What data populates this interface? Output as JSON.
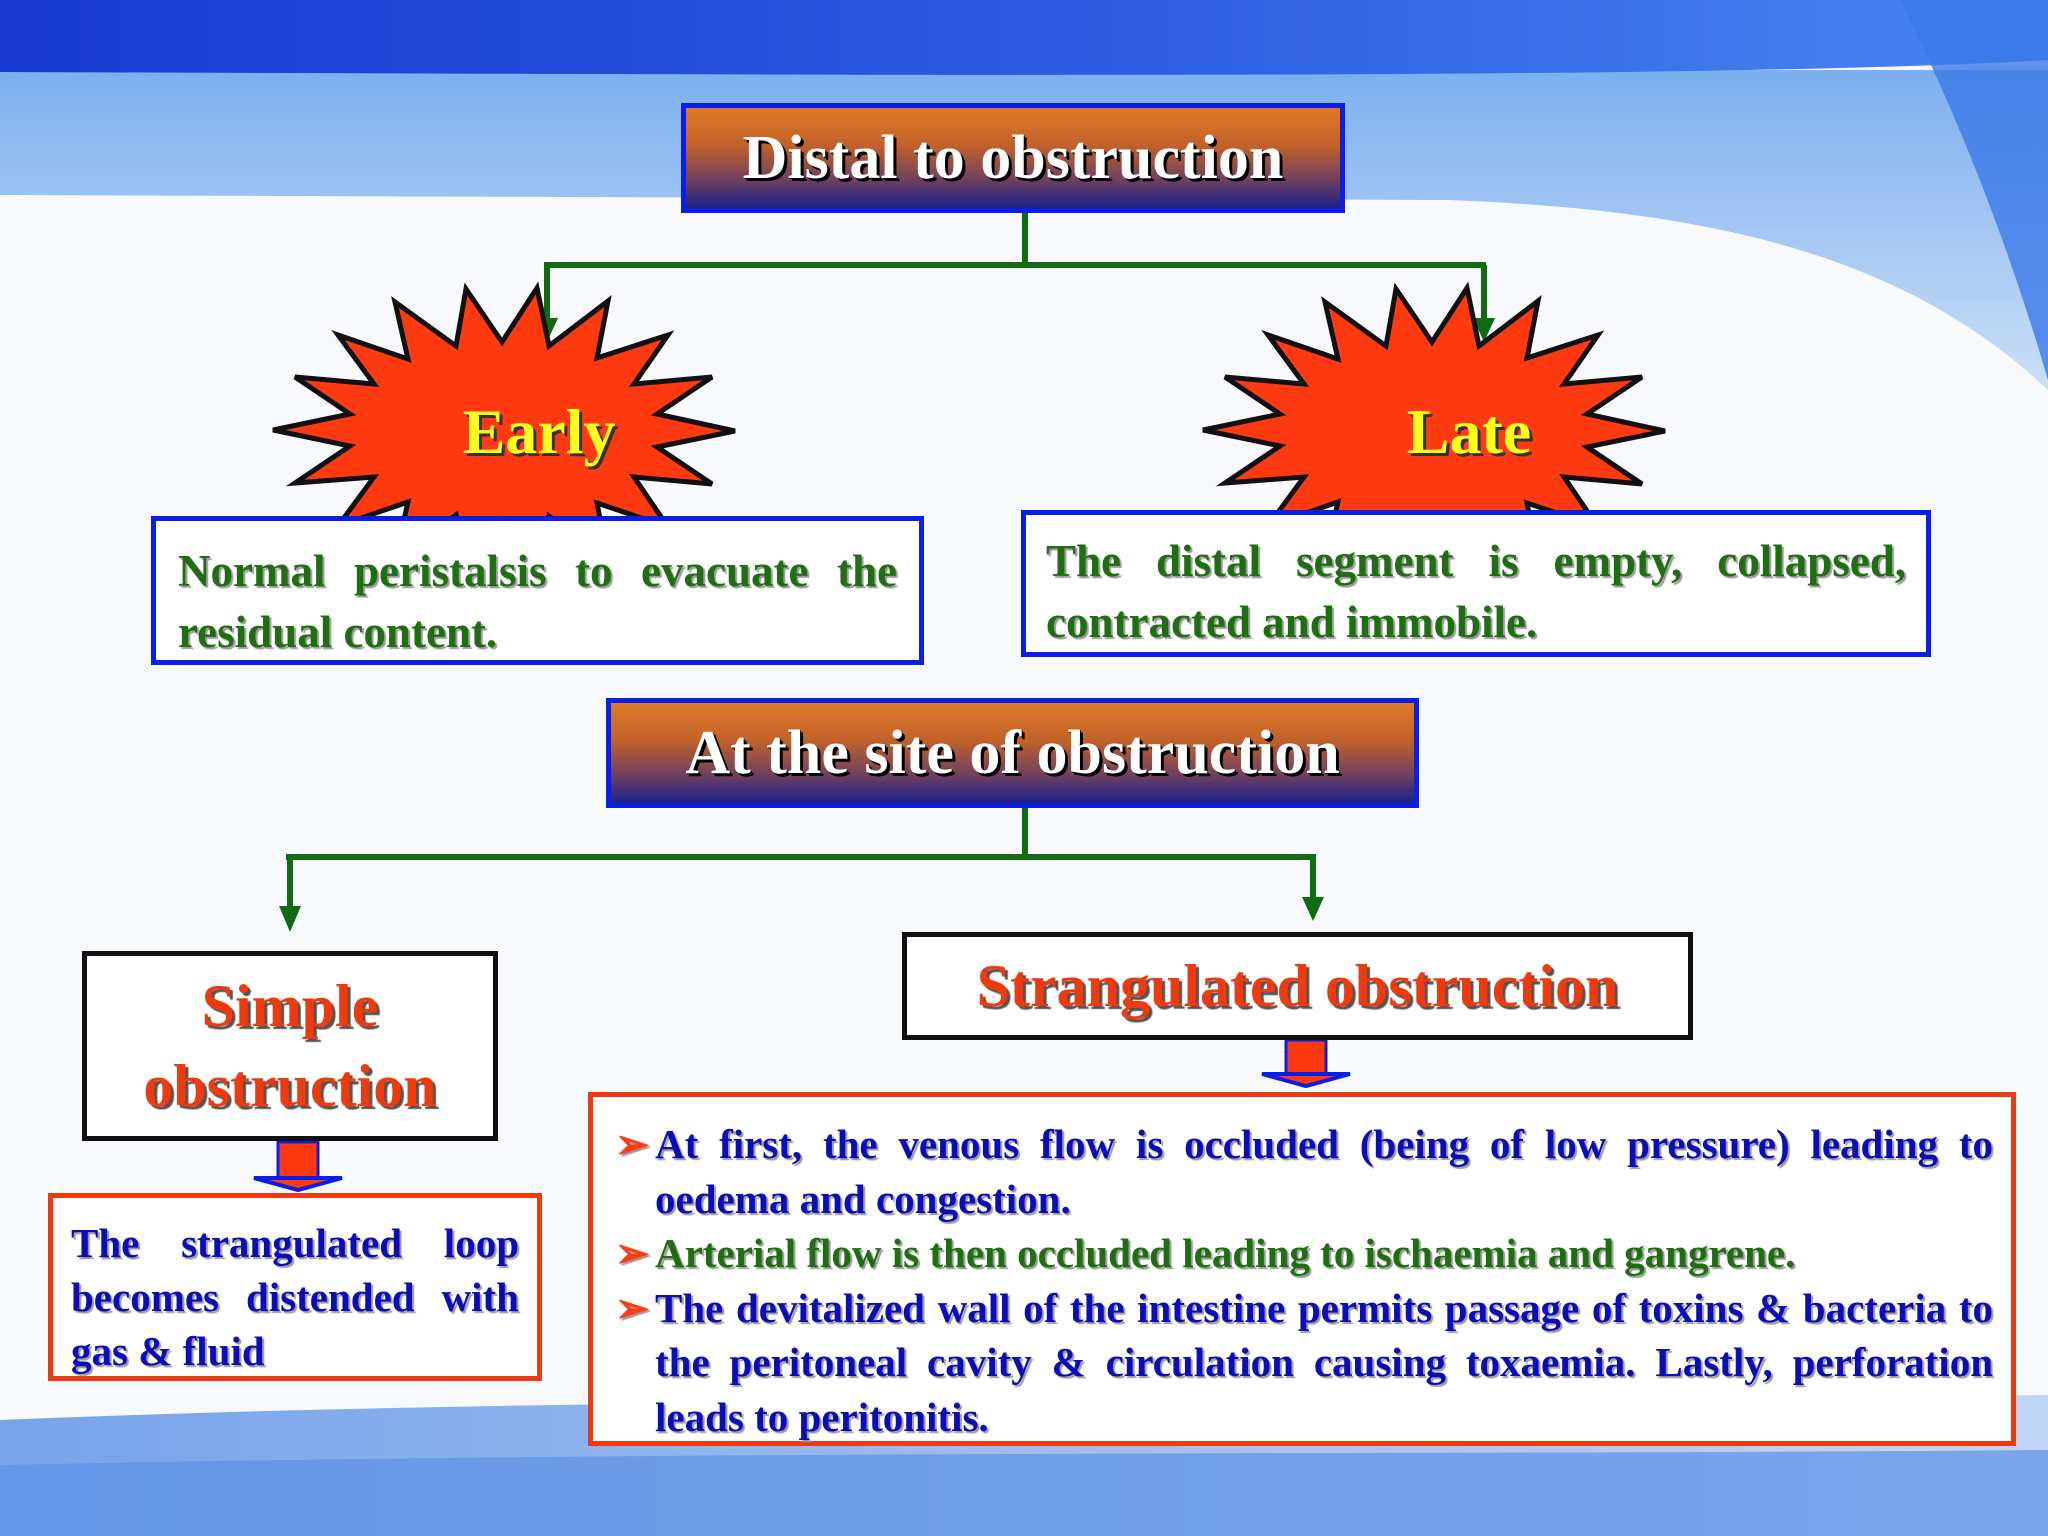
{
  "colors": {
    "accent_blue": "#0a1ee6",
    "connector_green": "#0f6a12",
    "burst_red": "#ff3a10",
    "label_yellow": "#ffff1e",
    "text_green": "#1f6e12",
    "text_blue": "#0d0db8",
    "heading_red": "#ee3a0f"
  },
  "distal": {
    "title": "Distal to obstruction",
    "early": {
      "label": "Early",
      "text": "Normal peristalsis to evacuate the residual content."
    },
    "late": {
      "label": "Late",
      "text": "The distal segment is empty, collapsed, contracted and immobile."
    }
  },
  "site": {
    "title": "At the site of obstruction",
    "simple": {
      "heading": "Simple obstruction",
      "text": "The strangulated loop becomes distended with gas & fluid"
    },
    "strangulated": {
      "heading": "Strangulated obstruction",
      "bullet_mark": "➢",
      "bullets": [
        "At first, the venous flow is occluded (being of low pressure) leading to oedema and congestion.",
        "Arterial flow is then occluded leading to ischaemia and gangrene.",
        "The devitalized wall of the intestine permits passage of toxins & bacteria to the peritoneal cavity & circulation causing toxaemia. Lastly, perforation leads to peritonitis."
      ]
    }
  }
}
